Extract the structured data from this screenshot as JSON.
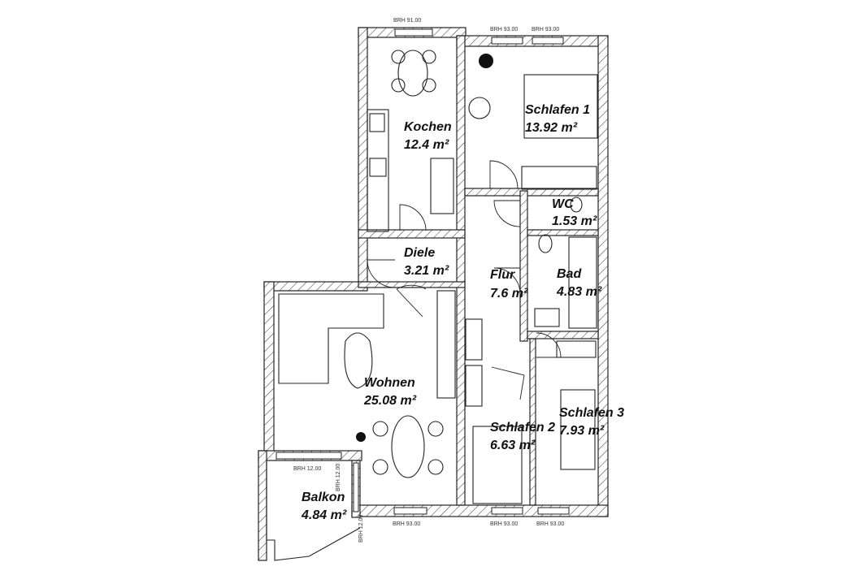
{
  "rooms": {
    "kochen": {
      "name": "Kochen",
      "area": "12.4 m²"
    },
    "schlafen1": {
      "name": "Schlafen 1",
      "area": "13.92 m²"
    },
    "wc": {
      "name": "WC",
      "area": "1.53 m²"
    },
    "diele": {
      "name": "Diele",
      "area": "3.21 m²"
    },
    "flur": {
      "name": "Flur",
      "area": "7.6 m²"
    },
    "bad": {
      "name": "Bad",
      "area": "4.83 m²"
    },
    "wohnen": {
      "name": "Wohnen",
      "area": "25.08 m²"
    },
    "schlafen2": {
      "name": "Schlafen 2",
      "area": "6.63 m²"
    },
    "schlafen3": {
      "name": "Schlafen 3",
      "area": "7.93 m²"
    },
    "balkon": {
      "name": "Balkon",
      "area": "4.84 m²"
    }
  },
  "windows": {
    "kitchen_top": "BRH 91.00",
    "schlafen1_top_a": "BRH 93.00",
    "schlafen1_top_b": "BRH 93.00",
    "balkon_top": "BRH 12.00",
    "balkon_side_a": "BRH 12.00",
    "balkon_side_b": "BRH 12.00",
    "wohnen_bottom": "BRH 93.00",
    "schlafen2_bottom": "BRH 93.00",
    "schlafen3_bottom": "BRH 93.00"
  }
}
